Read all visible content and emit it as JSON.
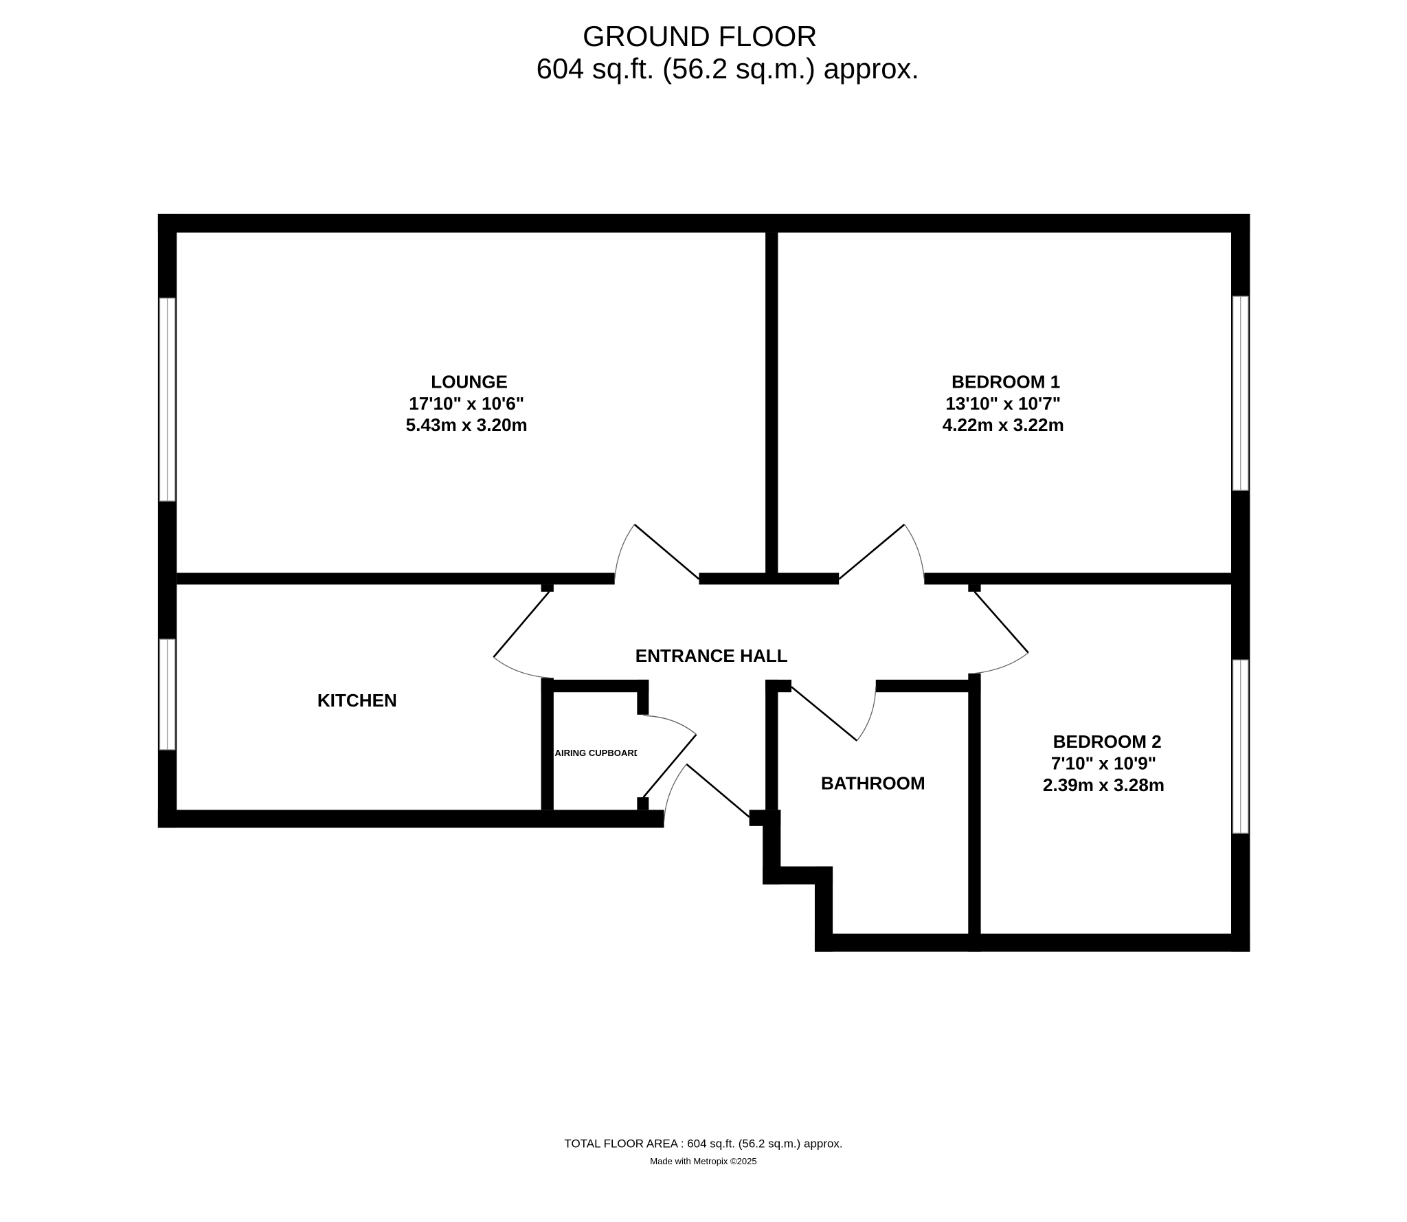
{
  "header": {
    "floor_title": "GROUND FLOOR",
    "floor_area": "604 sq.ft. (56.2 sq.m.) approx."
  },
  "rooms": {
    "lounge": {
      "name": "LOUNGE",
      "imperial": "17'10\"  x 10'6\"",
      "metric": "5.43m  x 3.20m"
    },
    "bedroom1": {
      "name": "BEDROOM 1",
      "imperial": "13'10\"  x 10'7\"",
      "metric": "4.22m  x 3.22m"
    },
    "bedroom2": {
      "name": "BEDROOM 2",
      "imperial": "7'10\"  x 10'9\"",
      "metric": "2.39m  x 3.28m"
    },
    "kitchen": {
      "name": "KITCHEN"
    },
    "entrance_hall": {
      "name": "ENTRANCE HALL"
    },
    "bathroom": {
      "name": "BATHROOM"
    },
    "airing_cupboard": {
      "name": "AIRING CUPBOARD"
    }
  },
  "footer": {
    "total_area": "TOTAL FLOOR AREA : 604 sq.ft. (56.2 sq.m.) approx.",
    "credit": "Made with Metropix ©2025"
  }
}
